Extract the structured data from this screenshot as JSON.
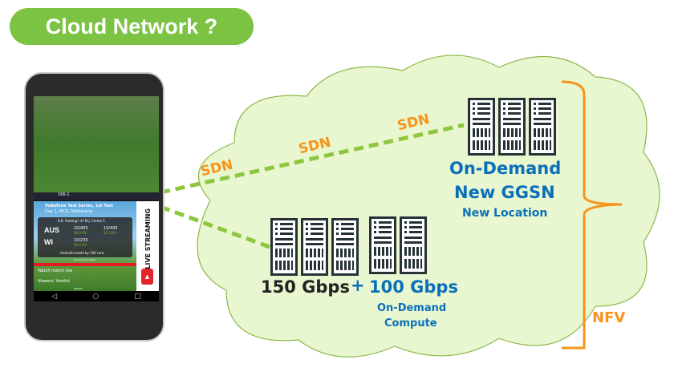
{
  "title": "Cloud Network ?",
  "links": {
    "sdn_label": "SDN"
  },
  "ggsn": {
    "line1": "On-Demand",
    "line2": "New GGSN",
    "line3": "New Location"
  },
  "capacity": {
    "base": "150 Gbps",
    "plus": "+",
    "extra": "100 Gbps",
    "extra_line1": "On-Demand",
    "extra_line2": "Compute"
  },
  "brace_label": "NFV",
  "phone": {
    "series": "Vodafone Test Series, 1st Test",
    "venue": "Day 1, MCG, Melbourne",
    "batsmen": "R.B. Ponting* 47   M.J. Clarke 5",
    "teams": [
      {
        "name": "AUS",
        "score1": "10/405",
        "overs1": "50.0 OV",
        "score2": "10/405",
        "overs2": "32.3 OV"
      },
      {
        "name": "WI",
        "score1": "10/235",
        "overs1": "50.0 OV"
      }
    ],
    "lead": "Australia leads by 100 runs",
    "update": "Scores up to date",
    "menu": [
      "Watch match live",
      "Viewers' Verdict"
    ],
    "tab": "MATCH",
    "live": "LIVE STREAMING",
    "score_overlay": "166-1"
  },
  "colors": {
    "pill": "#7cc243",
    "cloud": "#e8f7cf",
    "cloud_stroke": "#8cb84a",
    "sdn": "#f7941d",
    "link": "#8dc63f",
    "blue": "#0b6fba"
  }
}
